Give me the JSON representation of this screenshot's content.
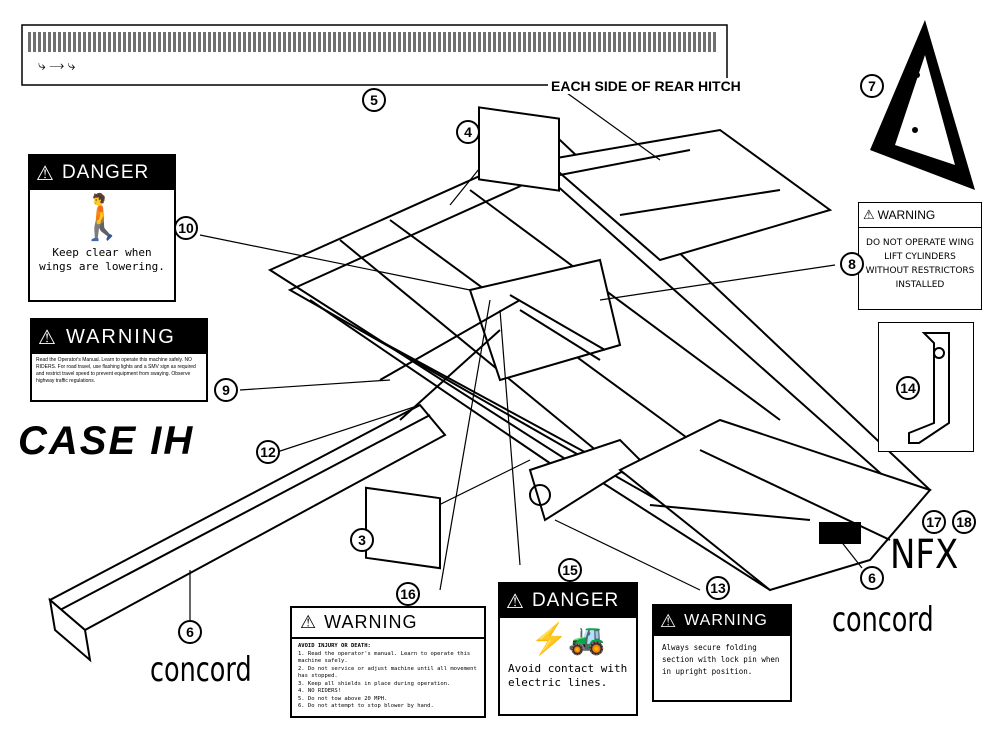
{
  "top_strip": {
    "text": "EACH SIDE OF REAR HITCH"
  },
  "callouts": [
    "3",
    "4",
    "5",
    "6",
    "6",
    "7",
    "8",
    "9",
    "10",
    "12",
    "13",
    "14",
    "15",
    "16",
    "17",
    "18"
  ],
  "danger_decal_10": {
    "header": "DANGER",
    "body": "Keep clear when wings are lowering."
  },
  "warning_decal_8": {
    "header": "WARNING",
    "body": "DO NOT OPERATE WING LIFT CYLINDERS WITHOUT RESTRICTORS INSTALLED"
  },
  "warning_decal_9": {
    "header": "WARNING",
    "body": "Read the Operator's Manual. Learn to operate this machine safely. NO RIDERS. For road travel, use flashing lights and a SMV sign as required and restrict travel speed to prevent equipment from swaying. Observe highway traffic regulations."
  },
  "brand_logo": {
    "text": "CASE IH"
  },
  "warning_decal_16": {
    "header": "WARNING",
    "title": "AVOID INJURY OR DEATH:",
    "lines": [
      "1. Read the operator's manual. Learn to operate this machine safely.",
      "2. Do not service or adjust machine until all movement has stopped.",
      "3. Keep all shields in place during operation.",
      "4. NO RIDERS!",
      "5. Do not tow above 20 MPH.",
      "6. Do not attempt to stop blower by hand."
    ]
  },
  "danger_decal_15": {
    "header": "DANGER",
    "body": "Avoid contact with electric lines."
  },
  "warning_decal_13": {
    "header": "WARNING",
    "body": "Always secure folding section with lock pin when in upright position."
  },
  "labels": {
    "concord_left": "concord",
    "concord_right": "concord",
    "nfx": "NFX"
  }
}
